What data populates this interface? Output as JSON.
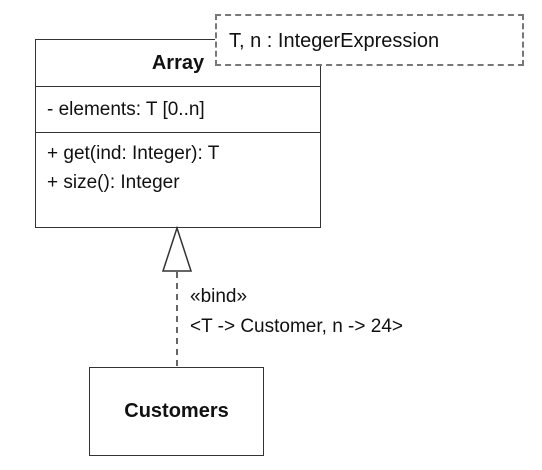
{
  "diagram": {
    "array_class": {
      "name": "Array",
      "attribute": "- elements: T [0..n]",
      "operations": [
        "+ get(ind: Integer): T",
        "+ size(): Integer"
      ]
    },
    "template_parameters": "T, n : IntegerExpression",
    "binding": {
      "stereotype": "«bind»",
      "substitutions": "<T -> Customer, n -> 24>"
    },
    "customers_class": {
      "name": "Customers"
    }
  }
}
